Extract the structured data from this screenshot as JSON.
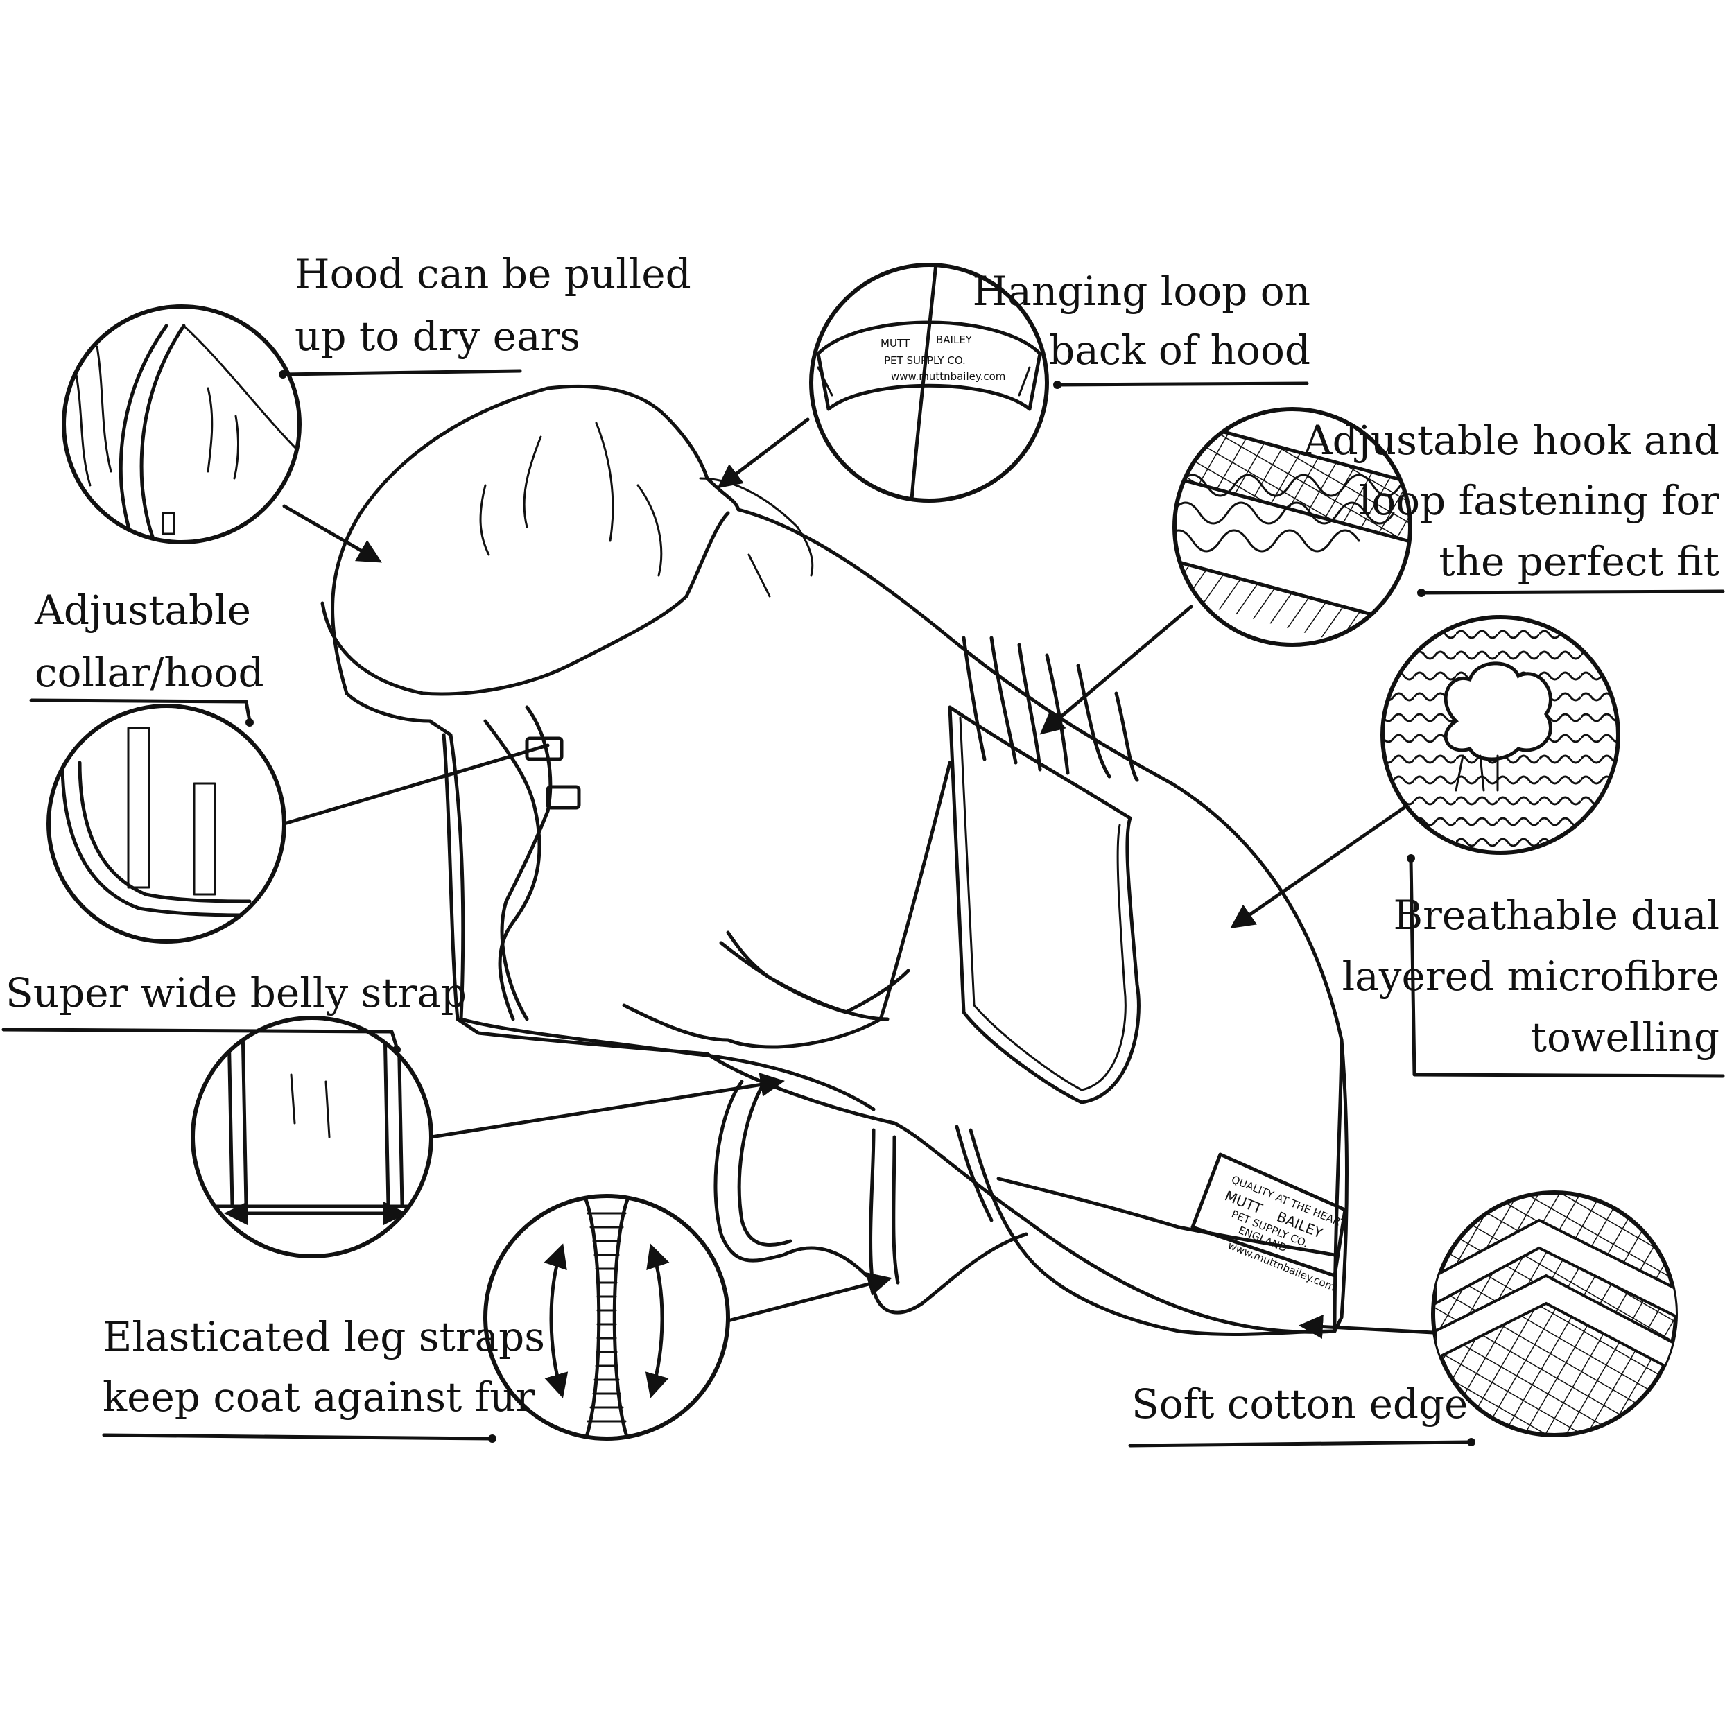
{
  "callouts": {
    "hood": {
      "lines": [
        "Hood can be pulled",
        "up to dry ears"
      ]
    },
    "hanging_loop": {
      "lines": [
        "Hanging loop on",
        "back of hood"
      ]
    },
    "hook_loop": {
      "lines": [
        "Adjustable hook and",
        "loop fastening for",
        "the perfect fit"
      ]
    },
    "collar": {
      "lines": [
        "Adjustable",
        "collar/hood"
      ]
    },
    "belly": {
      "lines": [
        "Super wide belly strap"
      ]
    },
    "microfibre": {
      "lines": [
        "Breathable dual",
        "layered microfibre",
        "towelling"
      ]
    },
    "leg_straps": {
      "lines": [
        "Elasticated leg straps",
        "keep coat against fur"
      ]
    },
    "cotton_edge": {
      "lines": [
        "Soft cotton edge"
      ]
    }
  },
  "brand_label": {
    "tagline": "QUALITY AT THE HEART",
    "name_left": "MUTT",
    "name_right": "BAILEY",
    "sub": "PET SUPPLY CO.",
    "country": "ENGLAND",
    "website": "www.muttnbailey.com"
  },
  "colors": {
    "ink": "#111111",
    "paper": "#ffffff"
  }
}
